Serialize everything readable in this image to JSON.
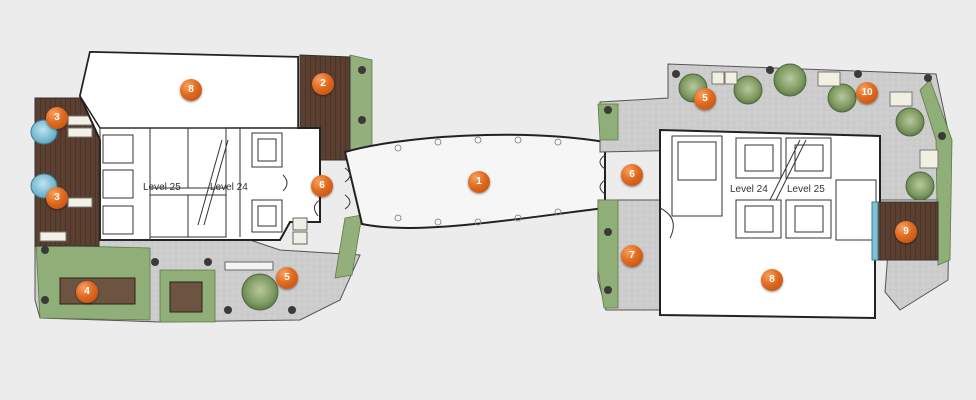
{
  "colors": {
    "background": "#ececec",
    "marker": "#e06a1f",
    "terrace_paving": "#cfcfcf",
    "planting": "#8fae78",
    "timber_deck": "#5a3e30",
    "pool_water": "#7fc2d8"
  },
  "plan": {
    "level_labels": [
      "Level 25",
      "Level 24",
      "Level 24",
      "Level 25"
    ],
    "markers": [
      "8",
      "2",
      "3",
      "3",
      "6",
      "4",
      "5",
      "1",
      "6",
      "5",
      "10",
      "7",
      "8",
      "9"
    ]
  }
}
